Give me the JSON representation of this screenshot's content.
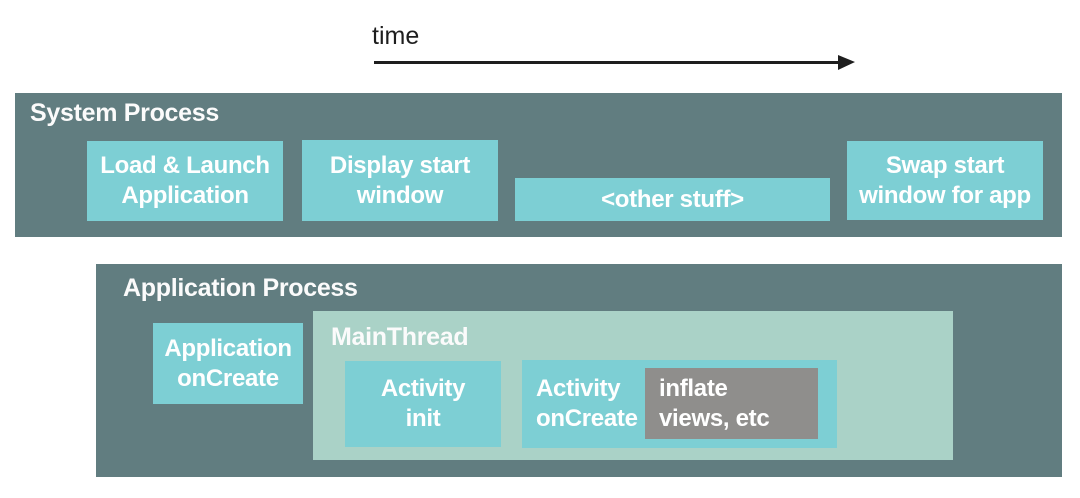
{
  "colors": {
    "process_background": "#617d80",
    "task_background": "#7dcfd4",
    "main_thread_background": "#aad2c7",
    "inflate_box_background": "#8f8e8c",
    "text_light": "#ffffff",
    "text_dark": "#1e1e1e",
    "page_background": "#ffffff"
  },
  "timeline": {
    "axis_label": "time",
    "arrow_direction": "right"
  },
  "system_process": {
    "title": "System Process",
    "tasks": [
      {
        "id": "load-launch",
        "label": "Load & Launch\nApplication"
      },
      {
        "id": "display-start",
        "label": "Display start\nwindow"
      },
      {
        "id": "other-stuff",
        "label": "<other stuff>"
      },
      {
        "id": "swap-start",
        "label": "Swap start\nwindow for app"
      }
    ]
  },
  "application_process": {
    "title": "Application Process",
    "tasks": [
      {
        "id": "app-oncreate",
        "label": "Application\nonCreate"
      }
    ],
    "main_thread": {
      "title": "MainThread",
      "tasks": [
        {
          "id": "activity-init",
          "label": "Activity\ninit"
        },
        {
          "id": "activity-oncreate",
          "label": "Activity\nonCreate",
          "nested_task": {
            "id": "inflate-views",
            "label": "inflate\nviews, etc"
          }
        }
      ]
    }
  }
}
